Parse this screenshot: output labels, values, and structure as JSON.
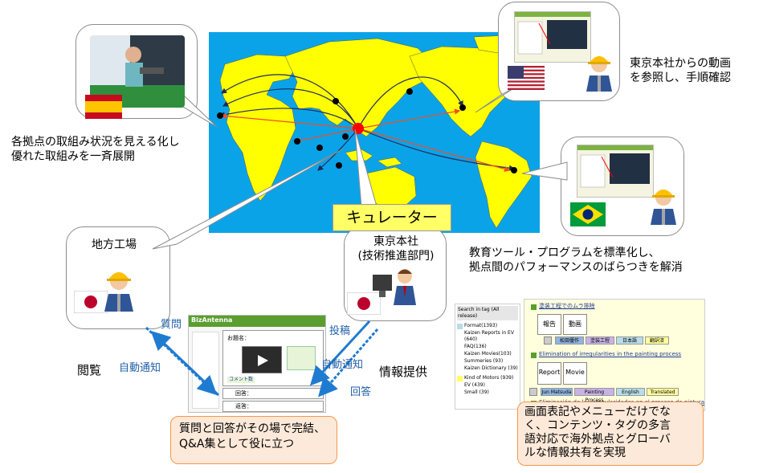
{
  "labels": {
    "spain_caption_1": "各拠点の取組み状況を見える化し",
    "spain_caption_2": "優れた取組みを一斉展開",
    "usa_caption_1": "東京本社からの動画",
    "usa_caption_2": "を参照し、手順確認",
    "curator": "キュレーター",
    "regional_factory": "地方工場",
    "tokyo_hq_1": "東京本社",
    "tokyo_hq_2": "(技術推進部門)",
    "standardize_1": "教育ツール・プログラムを標準化し、",
    "standardize_2": "拠点間のパフォーマンスのばらつきを解消",
    "question": "質問",
    "post": "投稿",
    "browse": "閲覧",
    "auto_notify_left": "自動通知",
    "auto_notify_right": "自動通知",
    "info_provide": "情報提供",
    "answer": "回答",
    "qa_box_1": "質問と回答がその場で完結、",
    "qa_box_2": "Q&A集として役に立つ",
    "multilang_1": "画面表記やメニューだけでな",
    "multilang_2": "く、コンテンツ・タグの多言",
    "multilang_3": "語対応で海外拠点とグローバ",
    "multilang_4": "ルな情報共有を実現"
  },
  "bizantenna": {
    "logo": "BizAntenna",
    "post_label": "お題名：",
    "comment_link": "コメント数",
    "posts": [
      "回答：",
      "返答："
    ]
  },
  "tag_panel": {
    "header": "Search in tag (All release)",
    "items": [
      {
        "label": "Format(1393)",
        "color": "#b7dde8"
      },
      {
        "label": "Kaizen Reports in EV (640)",
        "color": ""
      },
      {
        "label": "FAQ(136)",
        "color": ""
      },
      {
        "label": "Kaizen Movies(103)",
        "color": ""
      },
      {
        "label": "Summeries  (93)",
        "color": ""
      },
      {
        "label": "Kaizen Dictionary (39)",
        "color": ""
      },
      {
        "label": "Kind of Motors (939)",
        "color": "#ffff66"
      },
      {
        "label": "EV  (439)",
        "color": ""
      },
      {
        "label": "Small (39)",
        "color": ""
      }
    ]
  },
  "kaizen_panel": {
    "item1_title": "塗装工程でのムラ排除",
    "item1_buttons": [
      "報告",
      "動画"
    ],
    "item1_tags": [
      "松田優作",
      "塗装工程",
      "日本語",
      "翻訳済"
    ],
    "item2_title": "Elimination of irregularities in the painting process",
    "item2_buttons": [
      "Report",
      "Movie"
    ],
    "item2_tags": [
      "Jun Matsuda",
      "Painting Process",
      "English",
      "Translated"
    ],
    "item3_title": "Eliminación de las irregularidades en el proceso de pintura"
  },
  "colors": {
    "ocean": "#0ba3e8",
    "land": "#ffff00",
    "hub": "#ff0000",
    "arrow_dark": "#1f2a5a",
    "arrow_orange": "#f04e23",
    "flow_arrow": "#1f7bd0",
    "note_fill": "#fde9d9",
    "note_border": "#f79646"
  },
  "icons": {
    "worker": "worker-hardhat-icon",
    "flag_spain": "spain-flag-icon",
    "flag_usa": "usa-flag-icon",
    "flag_brazil": "brazil-flag-icon",
    "flag_japan": "japan-flag-icon",
    "office_worker": "office-worker-computer-icon"
  }
}
